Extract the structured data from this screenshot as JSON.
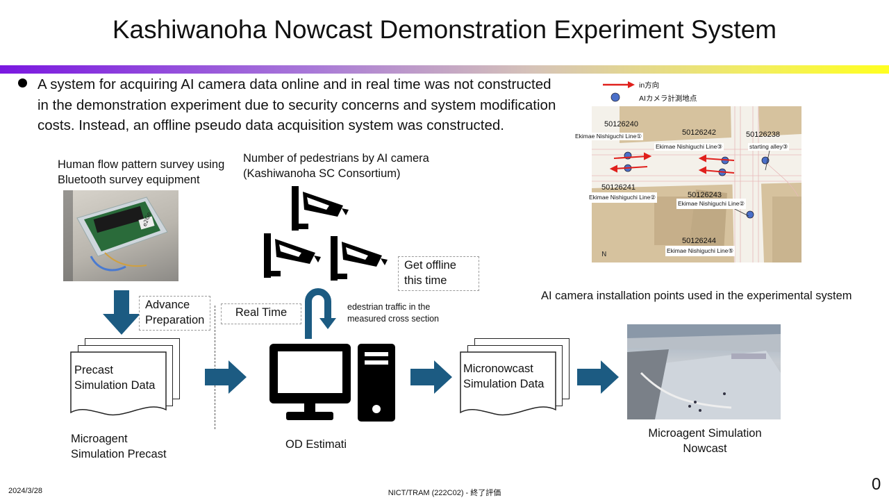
{
  "title": "Kashiwanoha Nowcast Demonstration Experiment System",
  "bullet": "A system for acquiring AI camera data online and in real time was not constructed in the demonstration experiment due to security concerns and system modification costs. Instead, an offline pseudo data acquisition system was constructed.",
  "bluetooth_label": "Human flow pattern survey using Bluetooth survey equipment",
  "ai_camera_label": "Number of pedestrians by AI camera\n (Kashiwanoha SC Consortium)",
  "get_offline": "Get offline this time",
  "advance_prep": "Advance Preparation",
  "real_time": "Real Time",
  "pedestrian_traffic": "edestrian traffic in the measured cross section",
  "precast_doc": "Precast Simulation Data",
  "micronowcast_doc": "Micronowcast Simulation Data",
  "precast_caption": "Microagent Simulation Precast",
  "od_caption": "OD Estimati",
  "nowcast_caption": "Microagent Simulation Nowcast",
  "map_caption": "AI camera installation points used in the experimental system",
  "legend": {
    "direction": "in方向",
    "point": "AIカメラ計測地点"
  },
  "map_labels": {
    "id_240": "50126240",
    "id_242": "50126242",
    "id_238": "50126238",
    "id_241": "50126241",
    "id_243": "50126243",
    "id_244": "50126244",
    "line1": "Ekimae Nishiguchi Line①",
    "line3": "Ekimae Nishiguchi Line③",
    "alley": "starting alley③",
    "line2a": "Ekimae Nishiguchi Line②",
    "line2b": "Ekimae Nishiguchi Line②",
    "line5": "Ekimae Nishiguchi Line⑤",
    "north": "N"
  },
  "device_label": "e2Go",
  "footer": {
    "date": "2024/3/28",
    "center": "NICT/TRAM (222C02) - 終了評価",
    "page": "0"
  },
  "colors": {
    "arrow": "#1c5b82",
    "marker": "#4a6fc9",
    "direction_arrow": "#e0201c"
  }
}
